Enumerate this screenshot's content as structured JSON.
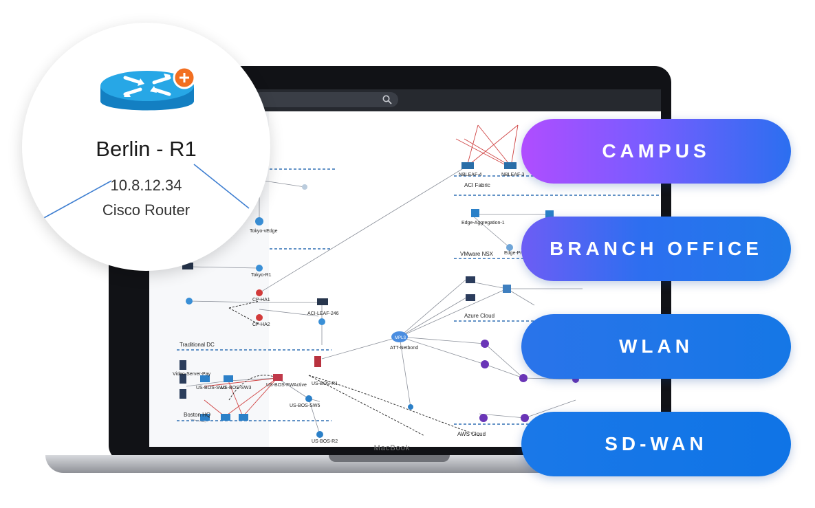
{
  "device_card": {
    "name": "Berlin - R1",
    "ip": "10.8.12.34",
    "type": "Cisco Router"
  },
  "laptop": {
    "brand": "MacBook"
  },
  "map_labels": {
    "aci_fabric": "ACI Fabric",
    "vmware_nsx": "VMware NSX",
    "azure_cloud": "Azure Cloud",
    "aws_cloud": "AWS Cloud",
    "traditional_dc": "Traditional DC",
    "boston_hq": "Boston HQ",
    "mpls": "MPLS",
    "att_netbond": "ATT-Netbond",
    "tokyo_edge": "Tokyo-vEdge",
    "tokyo_r1": "Tokyo-R1",
    "us_bos_sw1": "US-BOS-SW1",
    "us_bos_sw3": "US-BOS-SW3",
    "us_bos_fwactive": "US-BOS-FWActive",
    "us_bos_sw5": "US-BOS-SW5",
    "us_bos_r1": "US-BOS-R1",
    "us_bos_r2": "US-BOS-R2",
    "video_server": "Video-Server-Pay",
    "cp_ha1": "CP-HA1",
    "cp_ha2": "CP-HA2",
    "aci_leaf": "ACI-LEAF-246",
    "edge_aggregation": "Edge-Aggregation-1",
    "edge_prod": "Edge-Prod",
    "nbleaf4": "NBLEAF-4",
    "nbleaf3": "NBLEAF-3"
  },
  "categories": [
    {
      "label": "CAMPUS"
    },
    {
      "label": "BRANCH OFFICE"
    },
    {
      "label": "WLAN"
    },
    {
      "label": "SD-WAN"
    }
  ]
}
